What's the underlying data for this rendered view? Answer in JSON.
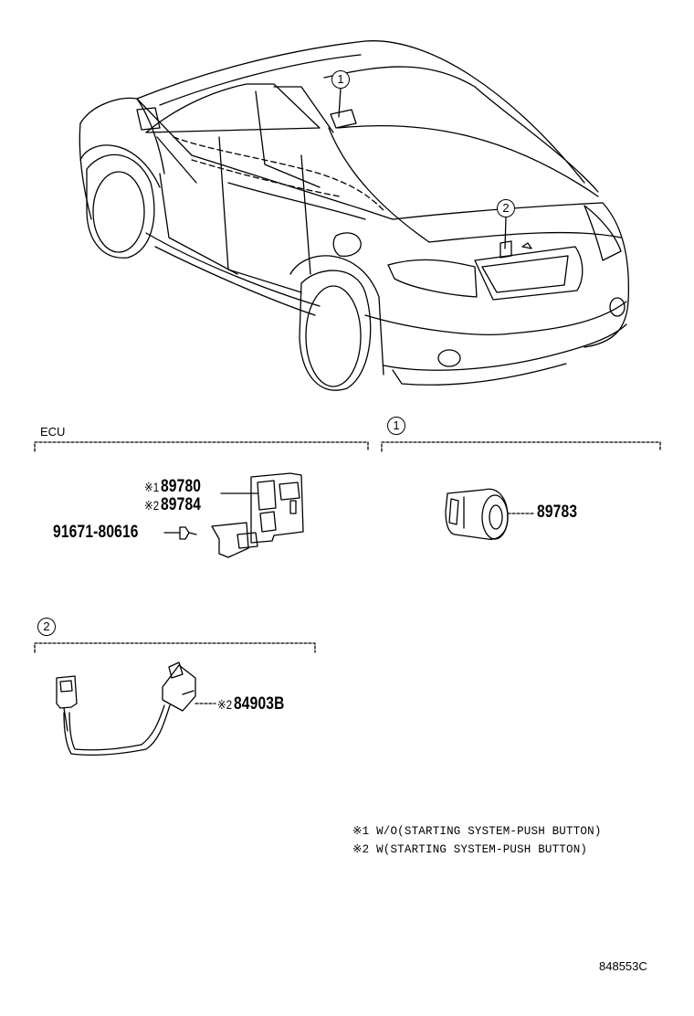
{
  "sections": {
    "ecu": {
      "title": "ECU"
    },
    "s1": {
      "callout": "1"
    },
    "s2": {
      "callout": "2"
    }
  },
  "car_callouts": [
    "1",
    "2"
  ],
  "parts": {
    "p1": {
      "mark": "※1",
      "number": "89780"
    },
    "p2": {
      "mark": "※2",
      "number": "89784"
    },
    "p3": {
      "mark": "",
      "number": "91671-80616"
    },
    "p4": {
      "mark": "",
      "number": "89783"
    },
    "p5": {
      "mark": "※2",
      "number": "84903B"
    }
  },
  "notes": [
    {
      "mark": "※1",
      "text": "W/O(STARTING SYSTEM-PUSH BUTTON)"
    },
    {
      "mark": "※2",
      "text": "W(STARTING SYSTEM-PUSH BUTTON)"
    }
  ],
  "diagram_id": "848553C"
}
